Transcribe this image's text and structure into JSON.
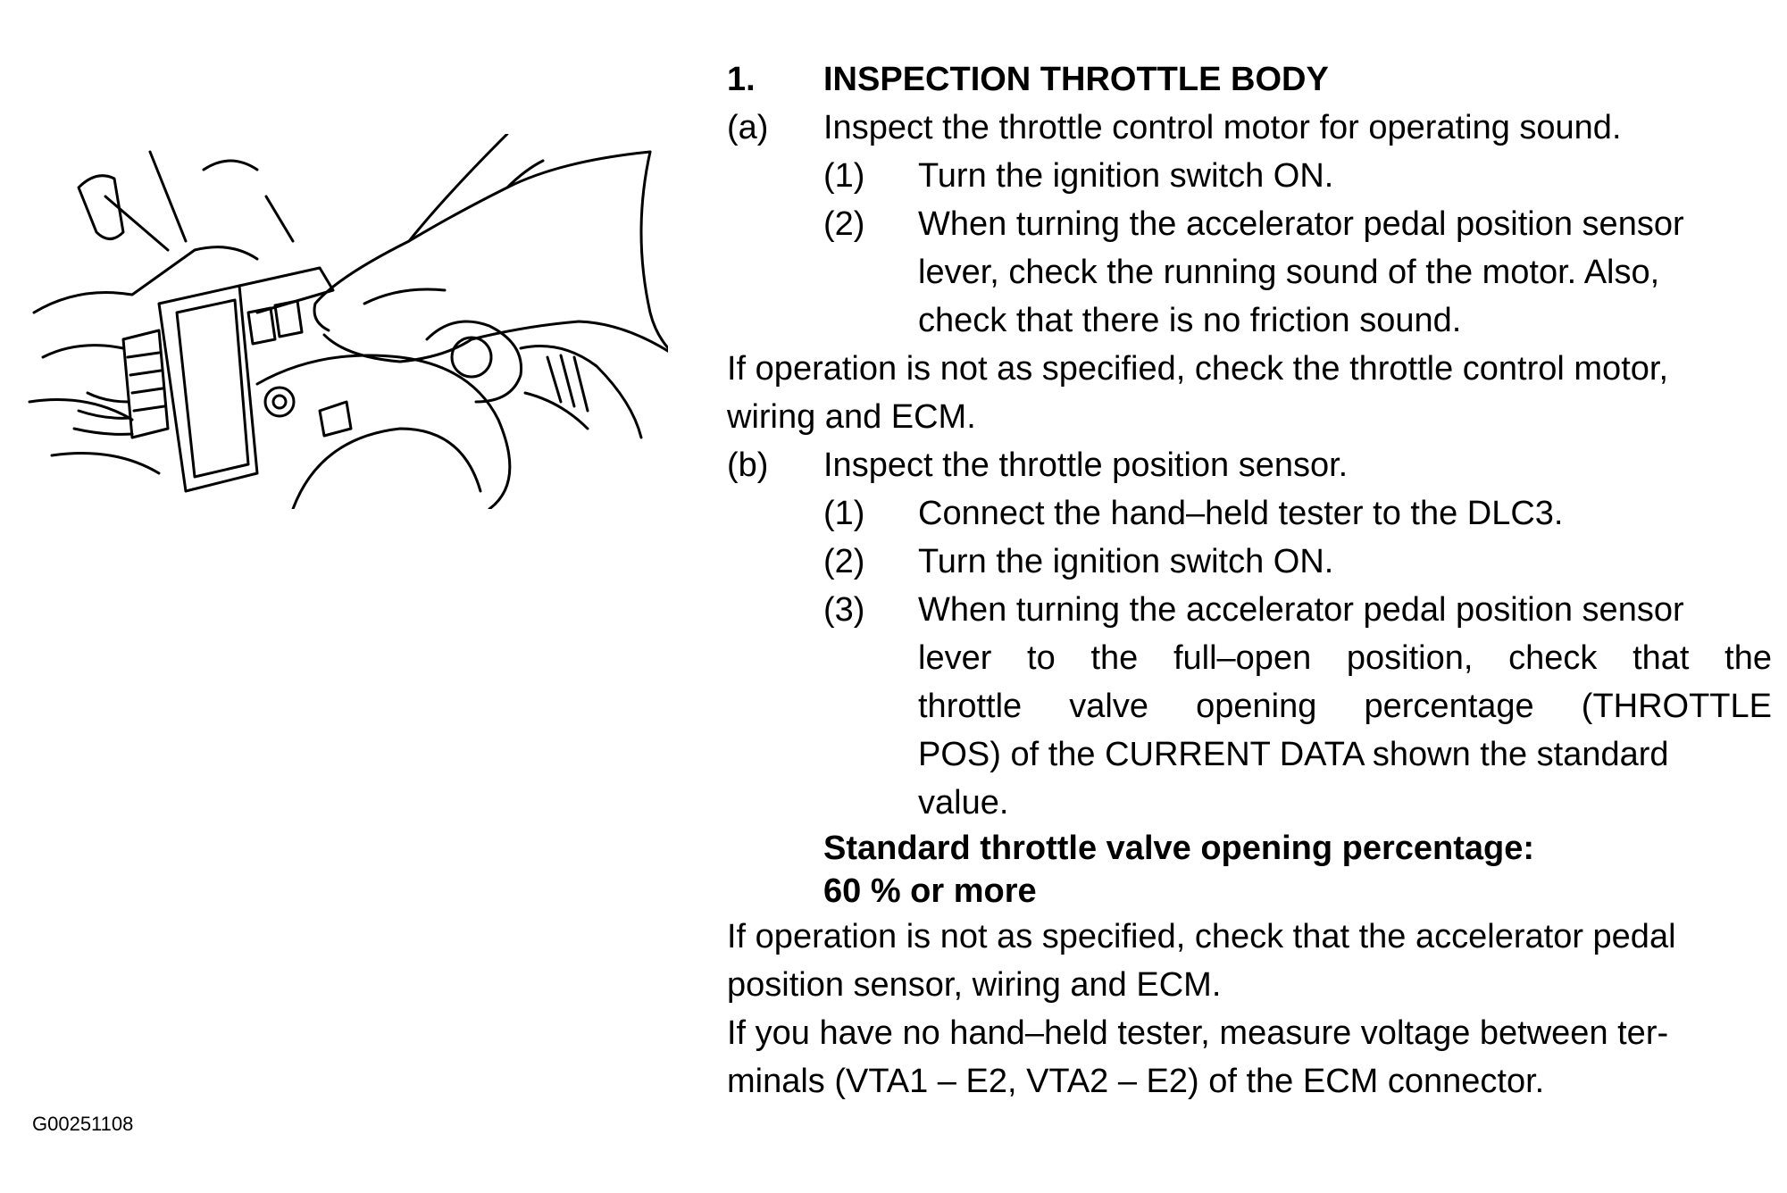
{
  "figure": {
    "code": "G00251108"
  },
  "procedure": {
    "step": {
      "number": "1.",
      "title": "INSPECTION THROTTLE BODY"
    },
    "a": {
      "label": "(a)",
      "text": "Inspect the throttle control motor for operating sound.",
      "sub1": {
        "label": "(1)",
        "text": "Turn the ignition switch ON."
      },
      "sub2": {
        "label": "(2)",
        "line1": "When turning the accelerator pedal position sensor",
        "line2": "lever, check the running sound of the motor. Also,",
        "line3": "check that there is no friction sound."
      },
      "result_line1": "If operation is not as specified, check the throttle control motor,",
      "result_line2": "wiring and ECM."
    },
    "b": {
      "label": "(b)",
      "text": "Inspect the throttle position sensor.",
      "sub1": {
        "label": "(1)",
        "text": "Connect the hand–held tester to the DLC3."
      },
      "sub2": {
        "label": "(2)",
        "text": "Turn the ignition switch ON."
      },
      "sub3": {
        "label": "(3)",
        "line1": "When turning the accelerator pedal position sensor",
        "line2": "lever to the full–open position, check that the",
        "line3": "throttle valve opening percentage (THROTTLE",
        "line4": "POS) of the CURRENT DATA shown the standard",
        "line5": "value."
      },
      "standard_title": "Standard throttle valve opening percentage:",
      "standard_value": "60 % or more",
      "result_line1": "If operation is not as specified, check that the accelerator pedal",
      "result_line2": "position sensor, wiring and ECM.",
      "note_line1": "If you have no hand–held tester, measure voltage between ter-",
      "note_line2": "minals (VTA1 – E2, VTA2 – E2) of the ECM connector."
    }
  }
}
